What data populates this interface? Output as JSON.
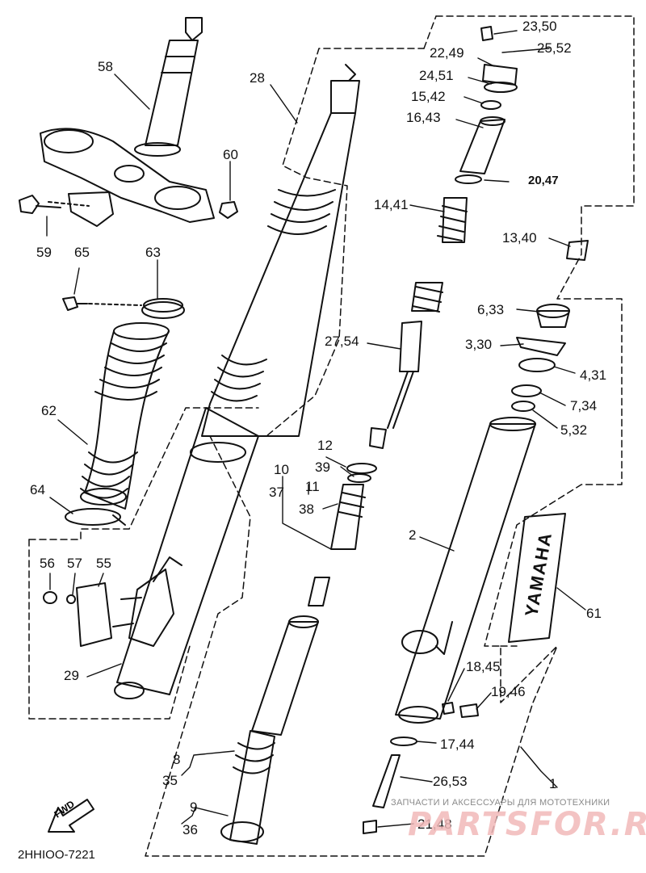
{
  "diagram": {
    "drawing_code": "2HHIOO-7221",
    "watermark_caption": "ЗАПЧАСТИ И АКСЕССУАРЫ ДЛЯ МОТОТЕХНИКИ",
    "watermark_logo": "PARTSFOR.RU",
    "fwd_label": "FWD",
    "brand_decal": "YAMAHA",
    "callouts": [
      "58",
      "28",
      "23,50",
      "22,49",
      "25,52",
      "24,51",
      "15,42",
      "16,43",
      "20,47",
      "60",
      "14,41",
      "59",
      "65",
      "63",
      "13,40",
      "6,33",
      "3,30",
      "27,54",
      "4,31",
      "7,34",
      "5,32",
      "62",
      "12",
      "39",
      "10",
      "37",
      "11",
      "38",
      "64",
      "2",
      "56",
      "57",
      "55",
      "61",
      "29",
      "18,45",
      "19,46",
      "17,44",
      "8",
      "35",
      "26,53",
      "9",
      "36",
      "21,48",
      "1"
    ]
  },
  "colors": {
    "line": "#111111",
    "watermark": "#f2b9b9",
    "watermark_caption": "#8a8a8a"
  }
}
